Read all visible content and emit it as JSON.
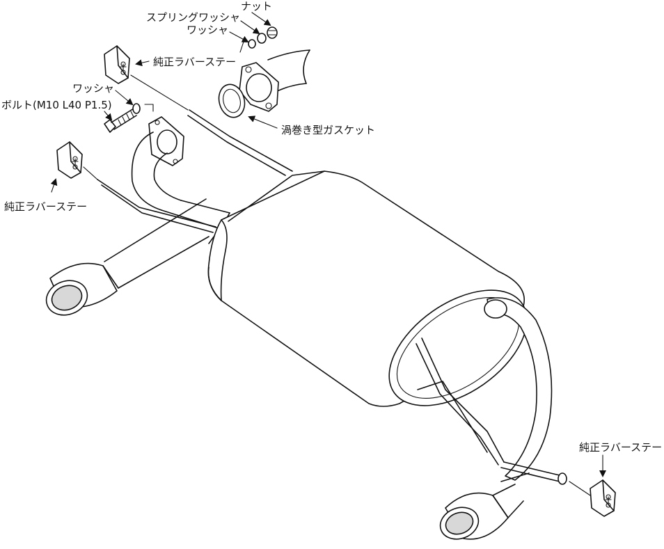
{
  "labels": {
    "nut": "ナット",
    "spring_washer": "スプリングワッシャ",
    "washer_top": "ワッシャ",
    "rubber_stay_top": "純正ラバーステー",
    "washer_left": "ワッシャ",
    "bolt": "ボルト(M10 L40 P1.5)",
    "gasket": "渦巻き型ガスケット",
    "rubber_stay_left": "純正ラバーステー",
    "rubber_stay_right": "純正ラバーステー"
  }
}
